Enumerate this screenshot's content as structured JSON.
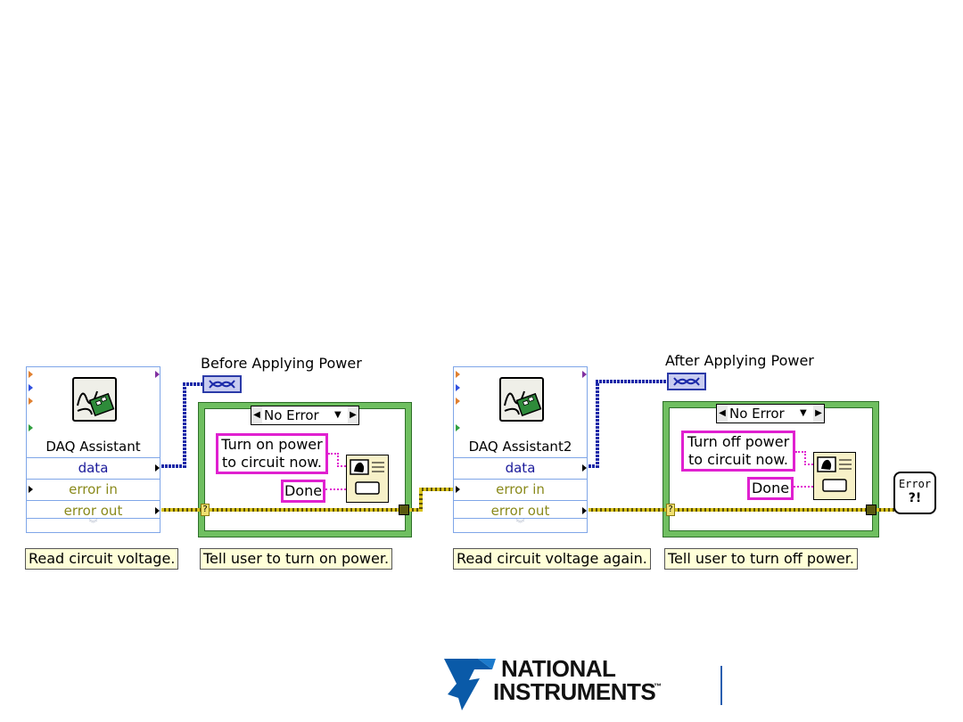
{
  "colors": {
    "vi_border": "#7fa6e8",
    "case_frame": "#6fbf60",
    "error_wire": "#d8c21c",
    "data_wire": "#1a28a8",
    "string_wire": "#e020d0",
    "comment_bg": "#ffffd8"
  },
  "daq1": {
    "title": "DAQ Assistant",
    "terminals": [
      "data",
      "error in",
      "error out"
    ],
    "icon": "daq-assistant-icon"
  },
  "indicator1": {
    "label": "Before Applying Power",
    "icon": "waveform-indicator-icon"
  },
  "case1": {
    "selector": "No Error",
    "message": "Turn on power\nto circuit now.",
    "button": "Done",
    "icon": "one-button-dialog-icon"
  },
  "daq2": {
    "title": "DAQ Assistant2",
    "terminals": [
      "data",
      "error in",
      "error out"
    ],
    "icon": "daq-assistant-icon"
  },
  "indicator2": {
    "label": "After Applying Power",
    "icon": "waveform-indicator-icon"
  },
  "case2": {
    "selector": "No Error",
    "message": "Turn off power\nto circuit now.",
    "button": "Done",
    "icon": "one-button-dialog-icon"
  },
  "comments": [
    "Read circuit voltage.",
    "Tell user to turn on power.",
    "Read circuit voltage again.",
    "Tell user to turn off power."
  ],
  "error_handler": {
    "line1": "Error",
    "line2": "?!",
    "icon": "simple-error-handler-icon"
  },
  "tunnel_glyph": "?",
  "logo": {
    "line1": "NATIONAL",
    "line2": "INSTRUMENTS",
    "mark": "™",
    "icon": "ni-eagle-logo"
  }
}
